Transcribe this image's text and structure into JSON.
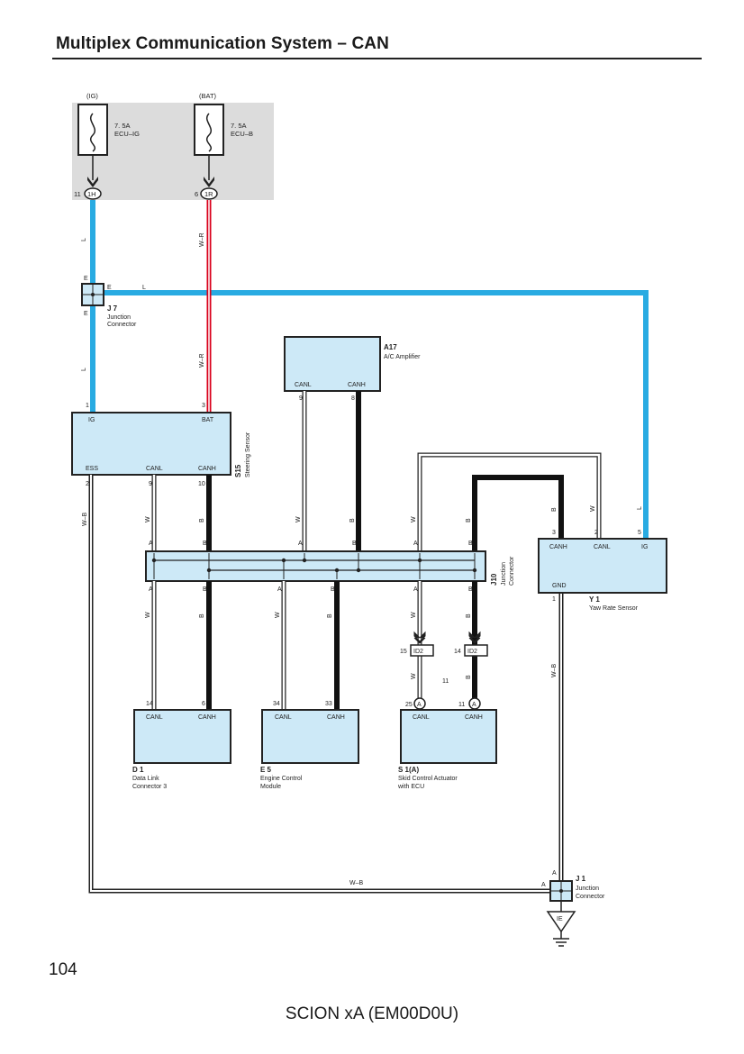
{
  "header": {
    "title": "Multiplex Communication System – CAN"
  },
  "footer": {
    "page_number": "104",
    "model": "SCION xA (EM00D0U)"
  },
  "colors": {
    "wire_blue": "#29abe2",
    "wire_red": "#d9001b",
    "module_fill": "#cde9f7",
    "fuse_box_fill": "#dcdcdc",
    "can_high": "#111111"
  },
  "fuses": {
    "ig": {
      "source": "(IG)",
      "rating": "7. 5A",
      "name": "ECU–IG",
      "pin": "11",
      "connector": "1H"
    },
    "bat": {
      "source": "(BAT)",
      "rating": "7. 5A",
      "name": "ECU–B",
      "pin": "6",
      "connector": "1R"
    }
  },
  "wires": {
    "l": "L",
    "wr": "W–R",
    "w": "W",
    "b": "B",
    "wb": "W–B",
    "e": "E",
    "a": "A"
  },
  "j7": {
    "id": "J 7",
    "name1": "Junction",
    "name2": "Connector"
  },
  "a17": {
    "id": "A17",
    "name": "A/C Amplifier",
    "canl": "CANL",
    "canh": "CANH",
    "pin_l": "9",
    "pin_h": "8"
  },
  "s15": {
    "id": "S15",
    "name": "Steering Sensor",
    "ig": "IG",
    "bat": "BAT",
    "ess": "ESS",
    "canl": "CANL",
    "canh": "CANH",
    "pin_ig": "1",
    "pin_bat": "3",
    "pin_ess": "2",
    "pin_canl": "9",
    "pin_canh": "10"
  },
  "j10": {
    "id": "J10",
    "name1": "Junction",
    "name2": "Connector"
  },
  "y1": {
    "id": "Y 1",
    "name": "Yaw Rate Sensor",
    "canh": "CANH",
    "canl": "CANL",
    "ig": "IG",
    "gnd": "GND",
    "pin_canh": "3",
    "pin_canl": "2",
    "pin_ig": "5",
    "pin_gnd": "1"
  },
  "id2": {
    "label": "ID2",
    "pin_l": "15",
    "pin_h": "14",
    "mid": "11"
  },
  "d1": {
    "id": "D 1",
    "name1": "Data Link",
    "name2": "Connector 3",
    "canl": "CANL",
    "canh": "CANH",
    "pin_l": "14",
    "pin_h": "6"
  },
  "e5": {
    "id": "E 5",
    "name1": "Engine Control",
    "name2": "Module",
    "canl": "CANL",
    "canh": "CANH",
    "pin_l": "34",
    "pin_h": "33"
  },
  "s1": {
    "id": "S 1(A)",
    "name1": "Skid Control Actuator",
    "name2": "with ECU",
    "canl": "CANL",
    "canh": "CANH",
    "pin_l": "25",
    "pin_h": "11",
    "conn": "A"
  },
  "j1": {
    "id": "J 1",
    "name1": "Junction",
    "name2": "Connector",
    "ground": "IE"
  }
}
